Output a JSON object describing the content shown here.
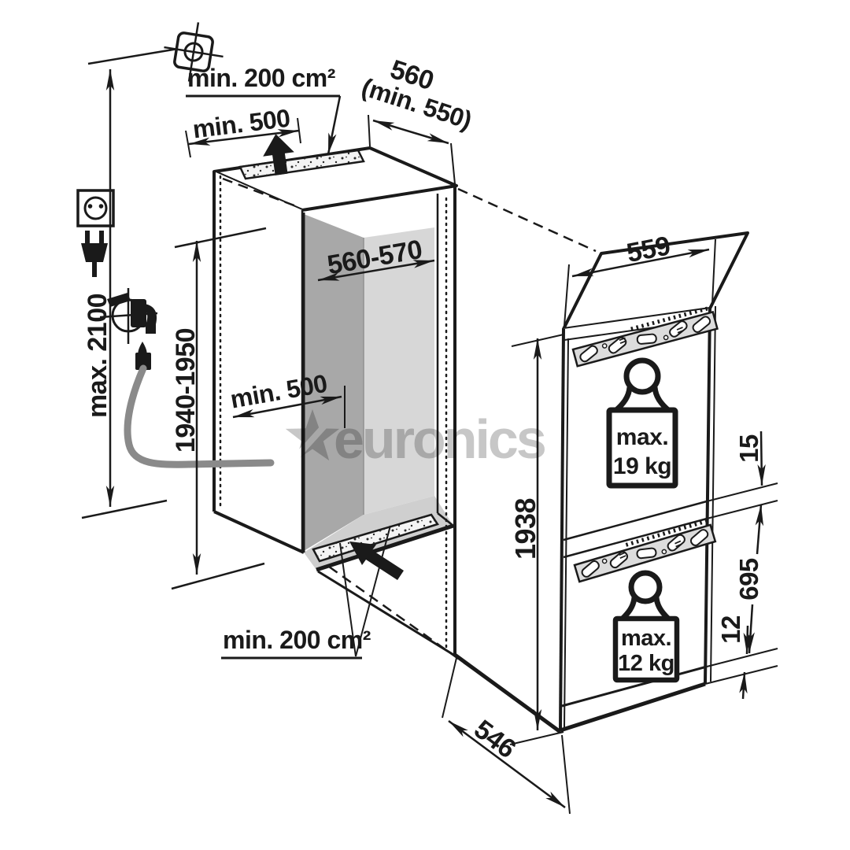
{
  "drawing": {
    "dims": {
      "top_vent_area": "min. 200 cm²",
      "top_clearance": "min. 500",
      "cabinet_depth": "560",
      "cabinet_depth_min": "(min. 550)",
      "ceiling_height_max": "max. 2100",
      "niche_height": "1940-1950",
      "niche_width": "560-570",
      "inner_clearance": "min. 500",
      "bottom_vent_area": "min. 200 cm²",
      "appliance_width": "559",
      "appliance_height": "1938",
      "upper_door_gap": "15",
      "lower_door_height": "695",
      "bottom_gap": "12",
      "appliance_depth": "546"
    },
    "weight_badges": {
      "upper": {
        "prefix": "max.",
        "value": "19 kg"
      },
      "lower": {
        "prefix": "max.",
        "value": "12 kg"
      }
    },
    "watermark": {
      "brand": "euronics",
      "color": "#c7c7c7"
    },
    "icons": [
      "junction-box-icon",
      "power-outlet-icon",
      "power-plug-icon",
      "water-tap-icon",
      "water-drop-icon",
      "drain-hose",
      "airflow-up-arrow-icon",
      "airflow-in-arrow-icon",
      "weight-icon"
    ]
  }
}
